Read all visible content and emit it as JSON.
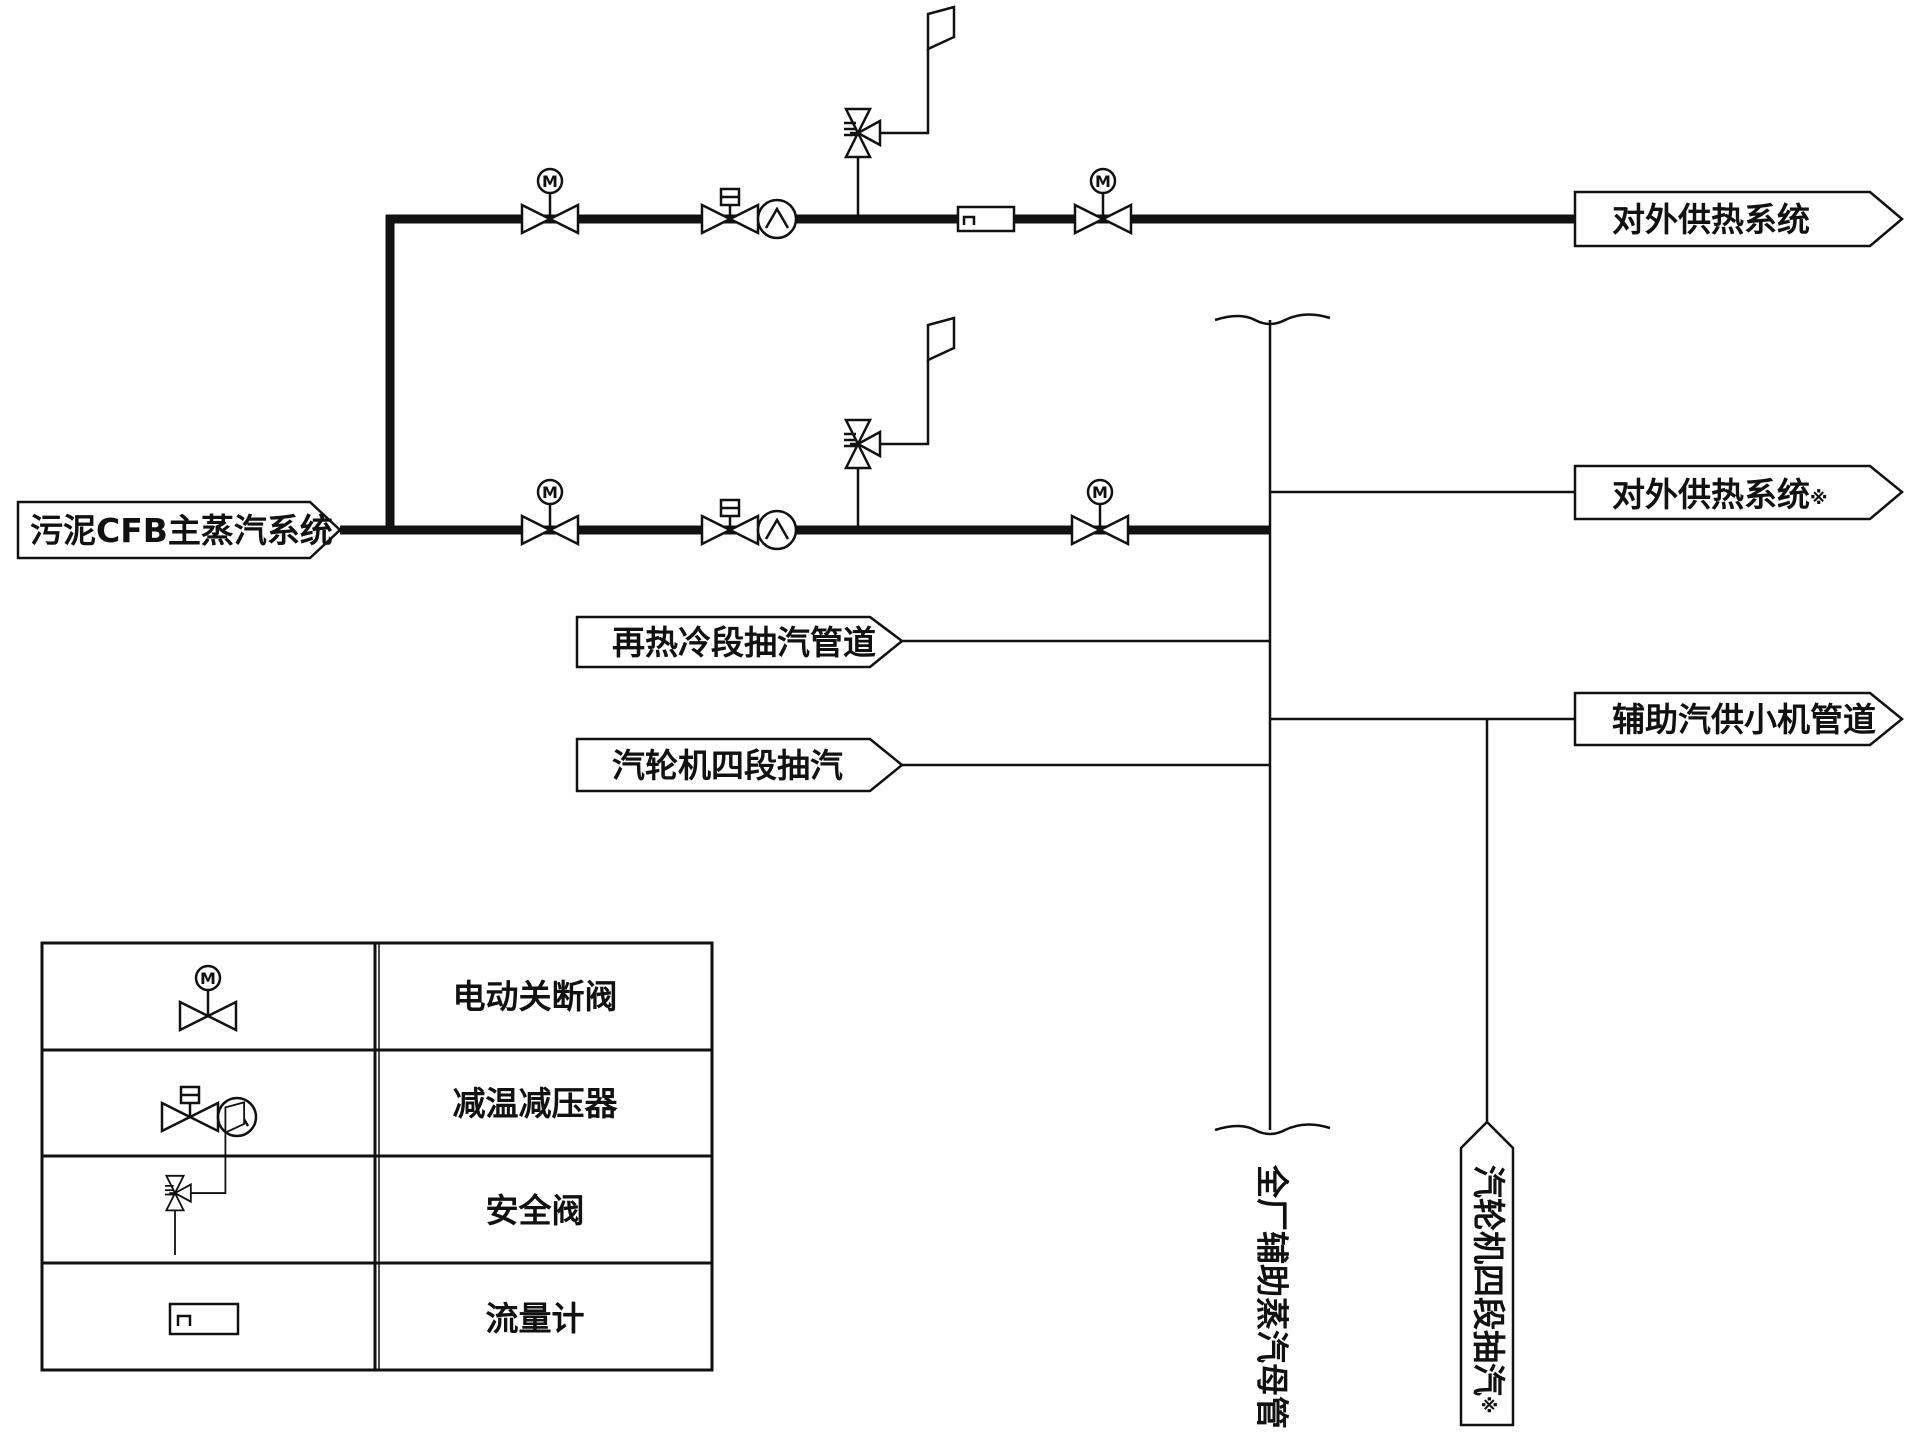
{
  "diagram": {
    "source_label": "污泥CFB主蒸汽系统",
    "targets": {
      "heating_1": "对外供热系统",
      "heating_2": "对外供热系统",
      "reheat_cold": "再热冷段抽汽管道",
      "turbine_4th": "汽轮机四段抽汽",
      "aux_steam": "辅助汽供小机管道",
      "header_vertical": "全厂辅助蒸汽母管",
      "turbine_4th_vertical": "汽轮机四段抽汽"
    },
    "legend": [
      {
        "symbol": "motor-valve",
        "label": "电动关断阀"
      },
      {
        "symbol": "desuperheater",
        "label": "减温减压器"
      },
      {
        "symbol": "safety-valve",
        "label": "安全阀"
      },
      {
        "symbol": "flow-meter",
        "label": "流量计"
      }
    ],
    "symbol_text": {
      "motor": "M",
      "note_mark": "※"
    }
  }
}
